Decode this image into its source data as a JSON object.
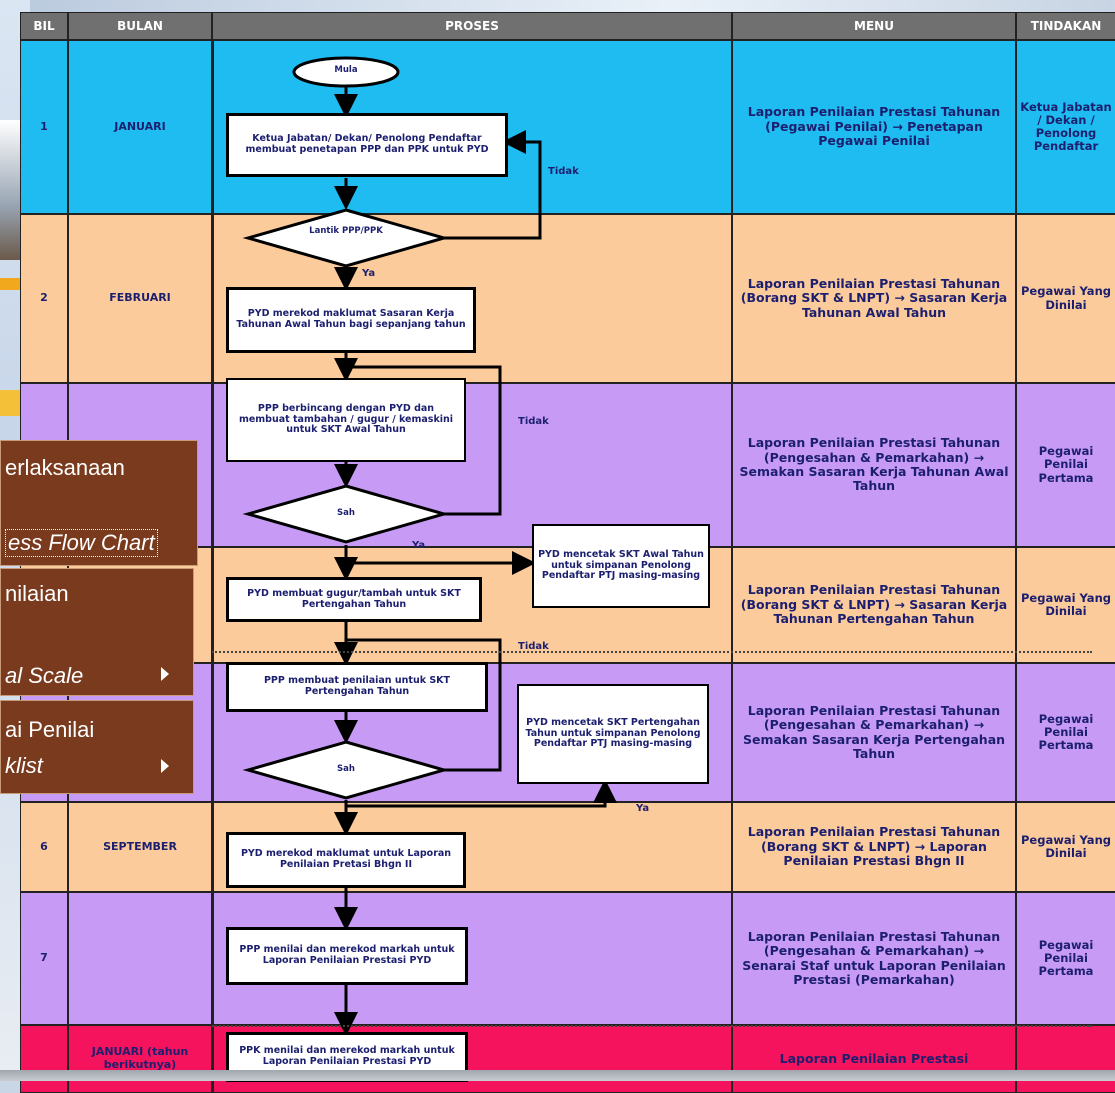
{
  "table": {
    "headers": [
      "BIL",
      "BULAN",
      "PROSES",
      "MENU",
      "TINDAKAN"
    ],
    "rows": [
      {
        "bil": "1",
        "bulan": "JANUARI",
        "menu": "Laporan Penilaian Prestasi Tahunan (Pegawai Penilai) → Penetapan Pegawai Penilai",
        "tindakan": "Ketua Jabatan / Dekan / Penolong Pendaftar",
        "color": "#1ebcf0"
      },
      {
        "bil": "2",
        "bulan": "FEBRUARI",
        "menu": "Laporan Penilaian Prestasi Tahunan (Borang SKT & LNPT) → Sasaran Kerja Tahunan Awal Tahun",
        "tindakan": "Pegawai Yang Dinilai",
        "color": "#fbcb9b"
      },
      {
        "bil": "",
        "bulan": "",
        "menu": "Laporan Penilaian Prestasi Tahunan (Pengesahan & Pemarkahan) → Semakan Sasaran Kerja Tahunan Awal Tahun",
        "tindakan": "Pegawai Penilai Pertama",
        "color": "#c79bf5"
      },
      {
        "bil": "",
        "bulan": "",
        "menu": "Laporan Penilaian Prestasi Tahunan (Borang SKT & LNPT) → Sasaran Kerja Tahunan Pertengahan Tahun",
        "tindakan": "Pegawai Yang Dinilai",
        "color": "#fbcb9b"
      },
      {
        "bil": "",
        "bulan": "",
        "menu": "Laporan Penilaian Prestasi Tahunan (Pengesahan & Pemarkahan) → Semakan Sasaran Kerja Pertengahan Tahun",
        "tindakan": "Pegawai Penilai Pertama",
        "color": "#c79bf5"
      },
      {
        "bil": "6",
        "bulan": "SEPTEMBER",
        "menu": "Laporan Penilaian Prestasi Tahunan (Borang SKT & LNPT) → Laporan Penilaian Prestasi Bhgn II",
        "tindakan": "Pegawai Yang Dinilai",
        "color": "#fbcb9b"
      },
      {
        "bil": "7",
        "bulan": "",
        "menu": "Laporan Penilaian Prestasi Tahunan (Pengesahan & Pemarkahan) → Senarai Staf untuk Laporan Penilaian Prestasi (Pemarkahan)",
        "tindakan": "Pegawai Penilai Pertama",
        "color": "#c79bf5"
      },
      {
        "bil": "",
        "bulan": "JANUARI (tahun berikutnya)",
        "menu": "Laporan Penilaian Prestasi",
        "tindakan": "",
        "color": "#f5135d"
      }
    ]
  },
  "flow": {
    "start": "Mula",
    "step1": "Ketua Jabatan/ Dekan/ Penolong Pendaftar membuat penetapan PPP dan PPK untuk PYD",
    "decision1": "Lantik PPP/PPK",
    "step2": "PYD merekod maklumat Sasaran Kerja Tahunan Awal Tahun bagi sepanjang tahun",
    "step3": "PPP berbincang dengan PYD dan membuat tambahan / gugur / kemaskini untuk SKT Awal Tahun",
    "decision2": "Sah",
    "print1": "PYD mencetak SKT Awal Tahun untuk simpanan Penolong Pendaftar PTJ masing-masing",
    "step4": "PYD membuat gugur/tambah untuk SKT Pertengahan Tahun",
    "step5": "PPP membuat penilaian untuk SKT Pertengahan Tahun",
    "decision3": "Sah",
    "print2": "PYD mencetak SKT Pertengahan Tahun untuk simpanan Penolong Pendaftar PTJ masing-masing",
    "step6": "PYD merekod maklumat untuk Laporan Penilaian Pretasi Bhgn II",
    "step7": "PPP menilai dan merekod markah untuk Laporan Penilaian Prestasi PYD",
    "step8": "PPK menilai dan merekod markah untuk Laporan Penilaian Prestasi PYD",
    "labels": {
      "tidak": "Tidak",
      "ya": "Ya"
    }
  },
  "menu_overlay": [
    {
      "line1": "erlaksanaan",
      "line2": "ess Flow Chart"
    },
    {
      "line1": "nilaian",
      "line2": "al Scale"
    },
    {
      "line1": "ai Penilai",
      "line2": "klist"
    }
  ]
}
